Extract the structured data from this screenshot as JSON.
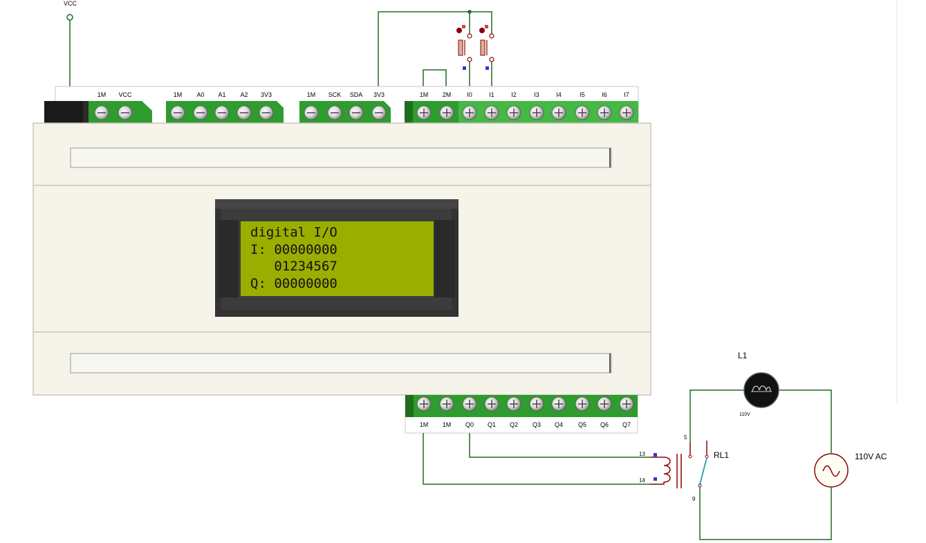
{
  "power": {
    "vcc_label": "VCC"
  },
  "plc": {
    "top_block1": [
      "1M",
      "VCC"
    ],
    "top_block2": [
      "1M",
      "A0",
      "A1",
      "A2",
      "3V3"
    ],
    "top_block3": [
      "1M",
      "SCK",
      "SDA",
      "3V3"
    ],
    "top_block4": [
      "1M",
      "2M"
    ],
    "inputs": [
      "I0",
      "I1",
      "I2",
      "I3",
      "I4",
      "I5",
      "I6",
      "I7"
    ],
    "bottom_common": [
      "1M",
      "1M"
    ],
    "outputs": [
      "Q0",
      "Q1",
      "Q2",
      "Q3",
      "Q4",
      "Q5",
      "Q6",
      "Q7"
    ]
  },
  "lcd": {
    "line1": "digital I/O",
    "line2": "I: 00000000",
    "line3": "   01234567",
    "line4": "Q: 00000000"
  },
  "relay": {
    "name": "RL1",
    "pin_13": "13",
    "pin_14": "14",
    "pin_5": "5",
    "pin_9": "9"
  },
  "lamp": {
    "name": "L1",
    "rating": "110V"
  },
  "source": {
    "label": "110V AC"
  },
  "colors": {
    "wire": "#1e6b1e",
    "terminal_green": "#2e9c2e",
    "lcd_bg": "#9aae00",
    "plc_body": "#f5f3ea",
    "component": "#8b0000",
    "pin_marker": "#3333dd"
  }
}
